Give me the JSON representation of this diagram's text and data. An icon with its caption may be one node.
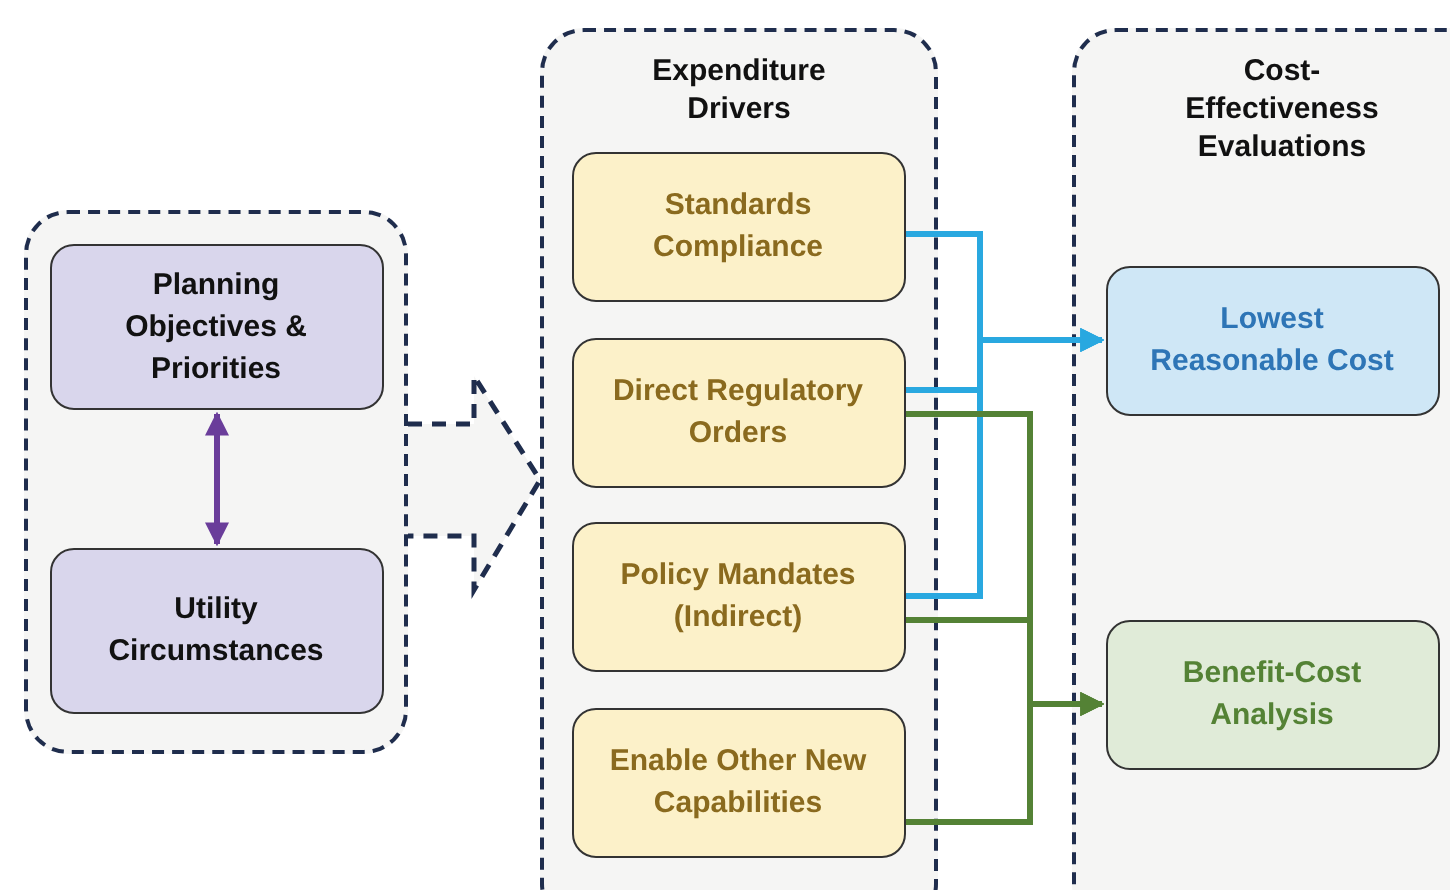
{
  "diagram": {
    "nodes": [
      {
        "text": [],
        "shape": "box"
      },
      {
        "text": [
          "Planning Objectives & Priorities"
        ],
        "in": 0
      },
      {
        "text": [
          "Utility Circumstances"
        ],
        "in": 0
      },
      {
        "text": [
          "Expenditure Drivers"
        ]
      },
      {
        "text": [
          "Standards Compliance"
        ],
        "in": 3
      },
      {
        "text": [
          "Direct Regulatory Orders"
        ],
        "in": 3
      },
      {
        "text": [
          "Policy Mandates (Indirect)"
        ],
        "in": 3
      },
      {
        "text": [
          "Enable Other New Capabilities"
        ],
        "in": 3
      },
      {
        "text": [
          "Cost-Effectiveness Evaluations"
        ]
      },
      {
        "text": [
          "Lowest Reasonable Cost"
        ],
        "in": 8
      },
      {
        "text": [
          "Benefit-Cost Analysis"
        ],
        "in": 8
      }
    ],
    "edges": [
      {
        "from": 1,
        "to": 2,
        "arrow": "both",
        "color": "#6a3d9a"
      },
      {
        "from": 0,
        "to": 3,
        "arrow": "to",
        "style": "dashed",
        "color": "#1f2d4d"
      },
      {
        "from": 4,
        "to": 9,
        "arrow": "to",
        "color": "#29a8e0"
      },
      {
        "from": 5,
        "to": 9,
        "arrow": "to",
        "color": "#29a8e0"
      },
      {
        "from": 6,
        "to": 9,
        "arrow": "to",
        "color": "#29a8e0"
      },
      {
        "from": 5,
        "to": 10,
        "arrow": "to",
        "color": "#548235"
      },
      {
        "from": 6,
        "to": 10,
        "arrow": "to",
        "color": "#548235"
      },
      {
        "from": 7,
        "to": 10,
        "arrow": "to",
        "color": "#548235"
      }
    ]
  }
}
